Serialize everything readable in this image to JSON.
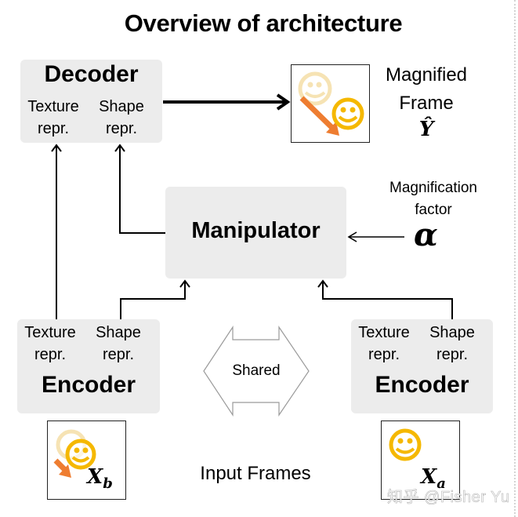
{
  "title": "Overview of architecture",
  "decoder": {
    "title": "Decoder",
    "texture_line1": "Texture",
    "texture_line2": "repr.",
    "shape_line1": "Shape",
    "shape_line2": "repr."
  },
  "manipulator": {
    "title": "Manipulator"
  },
  "magnification": {
    "label_line1": "Magnification",
    "label_line2": "factor",
    "symbol": "α"
  },
  "output_frame": {
    "label_line1": "Magnified",
    "label_line2": "Frame",
    "symbol": "Ŷ"
  },
  "encoder_left": {
    "title": "Encoder",
    "texture_line1": "Texture",
    "texture_line2": "repr.",
    "shape_line1": "Shape",
    "shape_line2": "repr."
  },
  "encoder_right": {
    "title": "Encoder",
    "texture_line1": "Texture",
    "texture_line2": "repr.",
    "shape_line1": "Shape",
    "shape_line2": "repr."
  },
  "shared_label": "Shared",
  "input_frames_label": "Input Frames",
  "input_left": {
    "symbol": "X",
    "subscript": "b"
  },
  "input_right": {
    "symbol": "X",
    "subscript": "a"
  },
  "watermark": "知乎 @Fisher Yu",
  "colors": {
    "box_fill": "#ececec",
    "smiley_yellow": "#f5b800",
    "smiley_faded": "#f6e3b4",
    "arrow_orange": "#ee7d31"
  }
}
